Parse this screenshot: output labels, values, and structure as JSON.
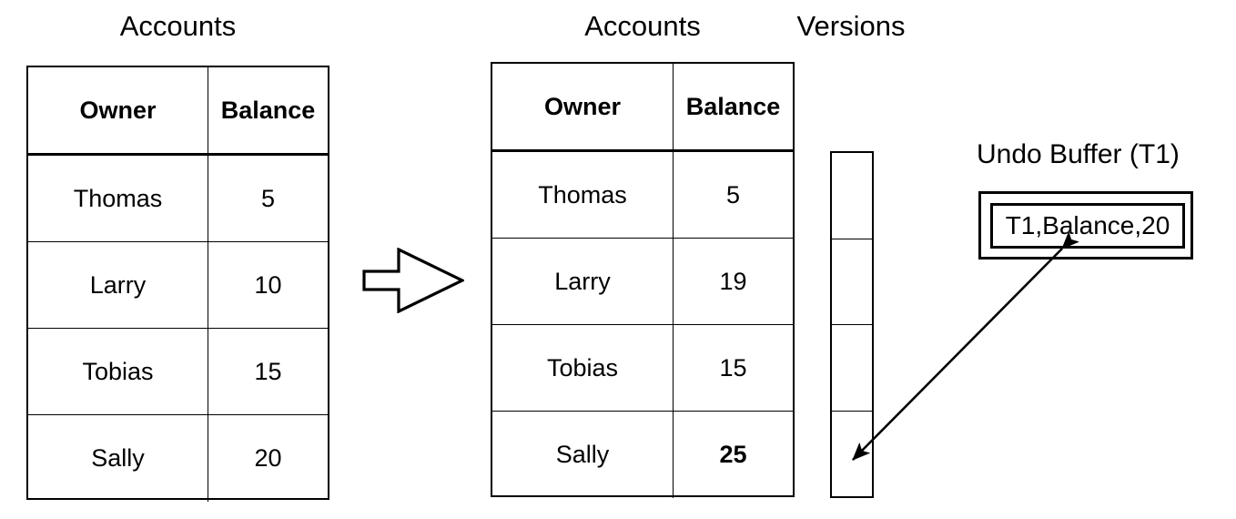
{
  "diagram": {
    "titles": {
      "accounts_before": "Accounts",
      "accounts_after": "Accounts",
      "versions": "Versions",
      "undo_buffer": "Undo Buffer (T1)"
    },
    "table_before": {
      "name": "Accounts",
      "columns": [
        "Owner",
        "Balance"
      ],
      "rows": [
        {
          "owner": "Thomas",
          "balance": "5",
          "balance_bold": false
        },
        {
          "owner": "Larry",
          "balance": "10",
          "balance_bold": false
        },
        {
          "owner": "Tobias",
          "balance": "15",
          "balance_bold": false
        },
        {
          "owner": "Sally",
          "balance": "20",
          "balance_bold": false
        }
      ]
    },
    "table_after": {
      "name": "Accounts",
      "columns": [
        "Owner",
        "Balance"
      ],
      "rows": [
        {
          "owner": "Thomas",
          "balance": "5",
          "balance_bold": false
        },
        {
          "owner": "Larry",
          "balance": "19",
          "balance_bold": false
        },
        {
          "owner": "Tobias",
          "balance": "15",
          "balance_bold": false
        },
        {
          "owner": "Sally",
          "balance": "25",
          "balance_bold": true
        }
      ]
    },
    "versions_strip": {
      "label": "Versions",
      "cells": [
        "",
        "",
        "",
        ""
      ],
      "cell_count": 4
    },
    "undo_buffer": {
      "label": "Undo Buffer (T1)",
      "entries": [
        "T1,Balance,20"
      ]
    },
    "icons": {
      "transition_arrow": "block-arrow-right-icon",
      "link_arrow": "double-headed-arrow-icon"
    },
    "colors": {
      "stroke": "#000000",
      "background": "#ffffff",
      "text": "#000000"
    }
  }
}
